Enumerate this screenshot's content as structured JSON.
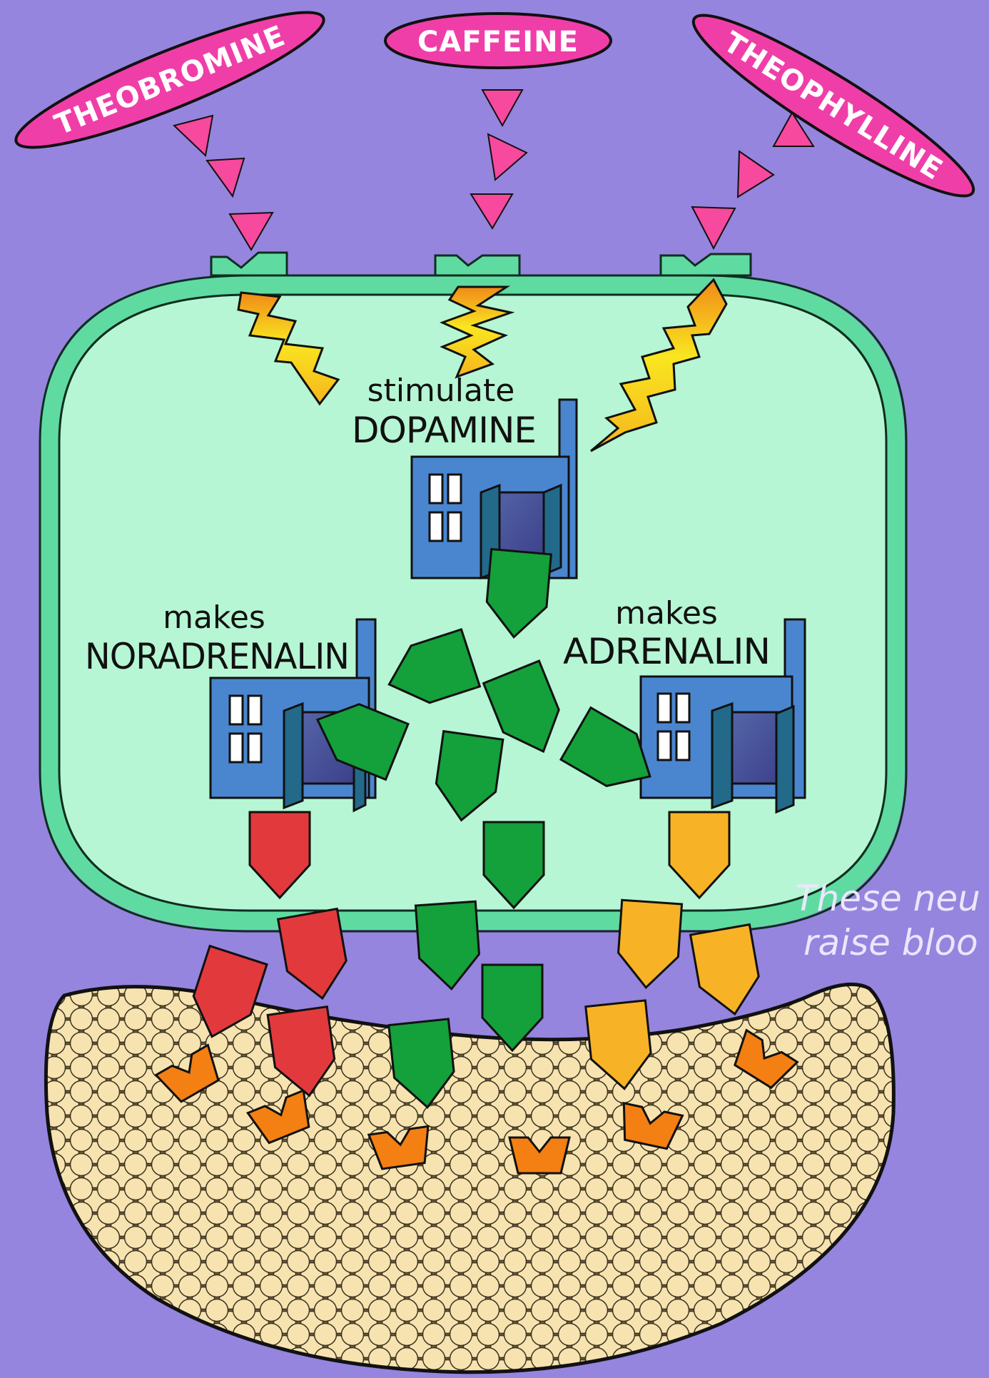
{
  "molecules": {
    "left": "THEOBROMINE",
    "center": "CAFFEINE",
    "right": "THEOPHYLLINE"
  },
  "labels": {
    "dopamine_verb": "stimulate",
    "dopamine": "DOPAMINE",
    "noradrenalin_verb": "makes",
    "noradrenalin": "NORADRENALIN",
    "adrenalin_verb": "makes",
    "adrenalin": "ADRENALIN"
  },
  "caption": {
    "line1": "These neu",
    "line2": "raise bloo"
  },
  "colors": {
    "background": "#9585de",
    "cell_fill": "#b6f6d4",
    "cell_border": "#5fdba2",
    "molecule_pill": "#f03ea8",
    "signal_arrow": "#f7499e",
    "lightning": "#f7d21a",
    "factory": "#4a86cf",
    "dopamine": "#14a03a",
    "noradrenalin": "#e23a3c",
    "adrenalin": "#f7b325",
    "receptor": "#f47f12",
    "tissue": "#f6e3b0"
  },
  "icons": [
    "lightning-icon",
    "factory-icon",
    "receptor-icon",
    "pentagon-molecule-icon"
  ]
}
